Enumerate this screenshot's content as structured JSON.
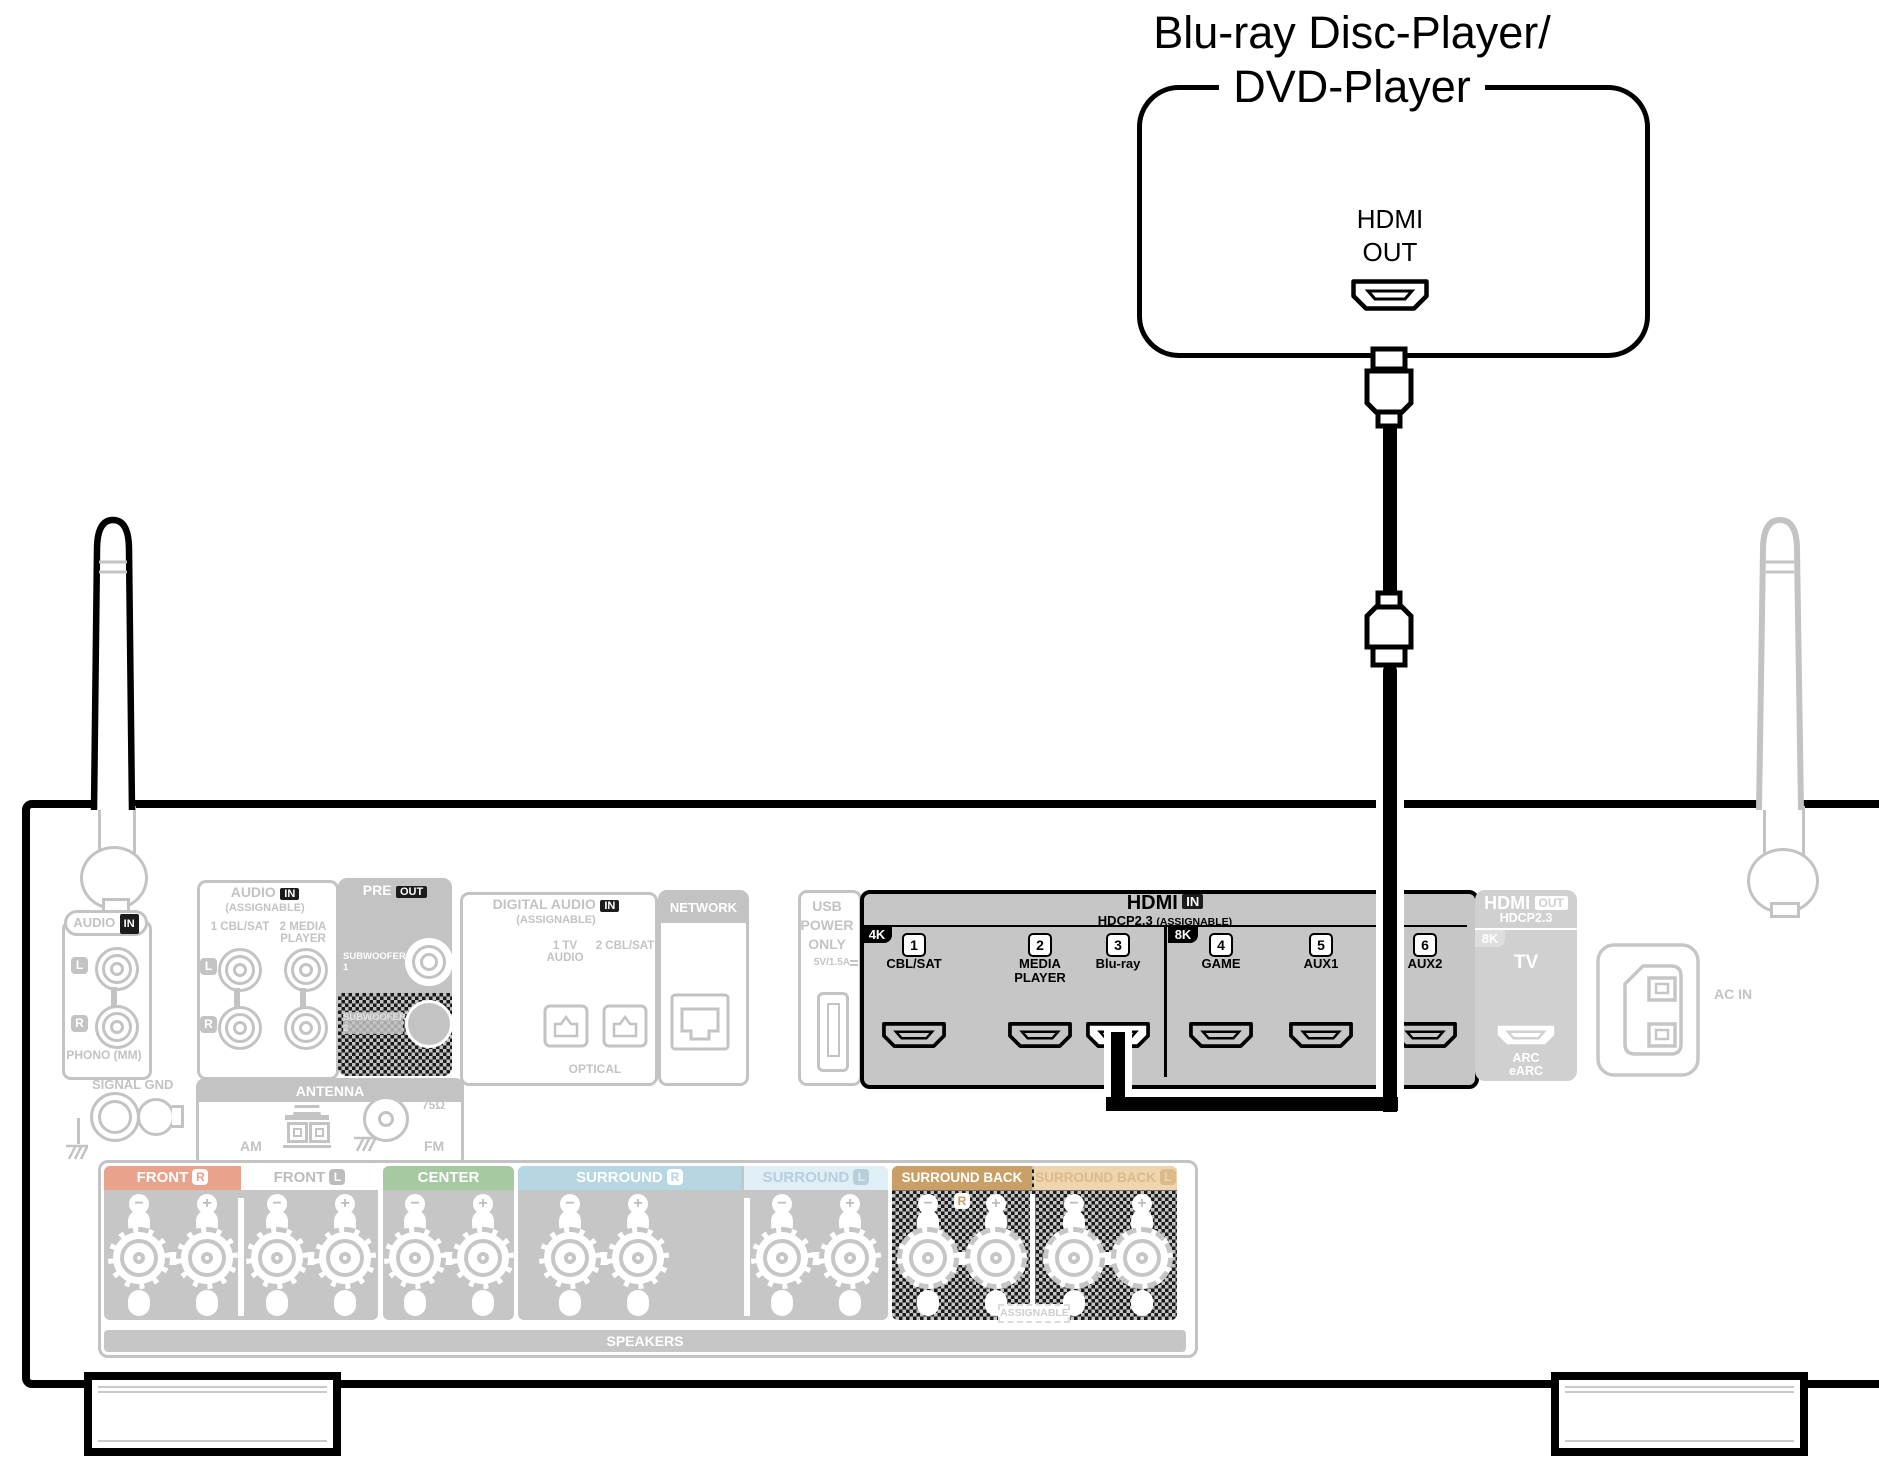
{
  "source_device": {
    "title_line1": "Blu-ray Disc-Player/",
    "title_line2": "DVD-Player",
    "port_label_line1": "HDMI",
    "port_label_line2": "OUT"
  },
  "receiver": {
    "audio_in_phono": {
      "title": "AUDIO",
      "badge": "IN",
      "left": "L",
      "right": "R",
      "caption": "PHONO (MM)"
    },
    "signal_gnd": {
      "label": "SIGNAL GND"
    },
    "audio_in_assignable": {
      "title": "AUDIO",
      "badge": "IN",
      "subtitle": "(ASSIGNABLE)",
      "col1": "1 CBL/SAT",
      "col2_line1": "2 MEDIA",
      "col2_line2": "PLAYER",
      "left": "L",
      "right": "R"
    },
    "pre_out": {
      "title": "PRE",
      "badge": "OUT",
      "jack1": "SUBWOOFER 1",
      "jack2": "SUBWOOFER 2"
    },
    "digital_audio": {
      "title": "DIGITAL AUDIO",
      "badge": "IN",
      "subtitle": "(ASSIGNABLE)",
      "col1_line1": "1  TV",
      "col1_line2": "AUDIO",
      "col2": "2 CBL/SAT",
      "caption": "OPTICAL"
    },
    "network": {
      "title": "NETWORK"
    },
    "usb": {
      "line1": "USB",
      "line2": "POWER",
      "line3": "ONLY",
      "rating": "5V/1.5A"
    },
    "hdmi_in": {
      "title": "HDMI",
      "badge": "IN",
      "subtitle": "HDCP2.3",
      "subtitle2": "(ASSIGNABLE)",
      "group1_badge": "4K",
      "group2_badge": "8K",
      "ports": [
        {
          "num": "1",
          "label1": "CBL/SAT",
          "label2": ""
        },
        {
          "num": "2",
          "label1": "MEDIA",
          "label2": "PLAYER"
        },
        {
          "num": "3",
          "label1": "Blu-ray",
          "label2": ""
        },
        {
          "num": "4",
          "label1": "GAME",
          "label2": ""
        },
        {
          "num": "5",
          "label1": "AUX1",
          "label2": ""
        },
        {
          "num": "6",
          "label1": "AUX2",
          "label2": ""
        }
      ]
    },
    "hdmi_out": {
      "title": "HDMI",
      "badge": "OUT",
      "subtitle": "HDCP2.3",
      "badge8k": "8K",
      "port_label": "TV",
      "arc_line1": "ARC",
      "arc_line2": "eARC"
    },
    "ac_in": {
      "label": "AC IN"
    },
    "antenna": {
      "title": "ANTENNA",
      "am": "AM",
      "impedance": "75Ω",
      "fm": "FM"
    },
    "speakers": {
      "caption": "SPEAKERS",
      "assignable": "ASSIGNABLE",
      "plus": "+",
      "minus": "−",
      "sections": [
        {
          "label": "FRONT",
          "ch": "R",
          "band": "#e9a28c",
          "fg": "#ffffff"
        },
        {
          "label": "FRONT",
          "ch": "L",
          "band": "#ffffff",
          "fg": "#bcbcbc"
        },
        {
          "label": "CENTER",
          "ch": "",
          "band": "#a7c9a2",
          "fg": "#ffffff"
        },
        {
          "label": "SURROUND",
          "ch": "R",
          "band": "#b6d6e2",
          "fg": "#ffffff"
        },
        {
          "label": "SURROUND",
          "ch": "L",
          "band": "#e0eff5",
          "fg": "#b7cedd"
        },
        {
          "label": "SURROUND BACK",
          "ch": "R",
          "band": "#c99f66",
          "fg": "#ffffff"
        },
        {
          "label": "SURROUND BACK",
          "ch": "L",
          "band": "#eed5ae",
          "fg": "#dcba8b"
        }
      ]
    },
    "colors": {
      "active": "#000000",
      "dim": "#c3c3c3",
      "panel_fill": "#c6c6c6",
      "hdmi_out_panel": "#d0d0d0",
      "highlighted_port": "#ffffff"
    }
  }
}
